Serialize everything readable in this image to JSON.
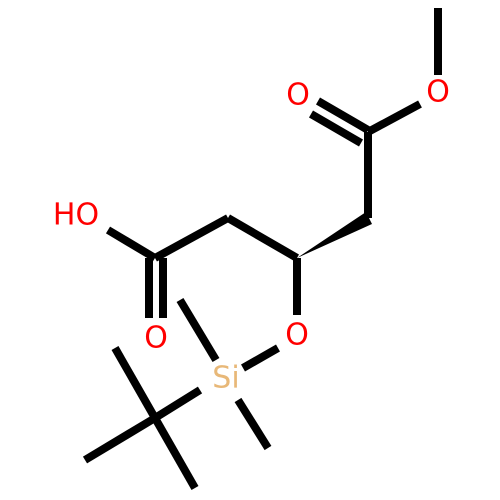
{
  "molecule": {
    "colors": {
      "bond": "#000000",
      "oxygen": "#ff0000",
      "silicon": "#e8b878"
    },
    "atoms": {
      "o_ester_carbonyl": "O",
      "o_ester_ether": "O",
      "o_acid_hydroxyl": "HO",
      "o_acid_carbonyl": "O",
      "o_silyl_ether": "O",
      "si": "Si"
    }
  }
}
